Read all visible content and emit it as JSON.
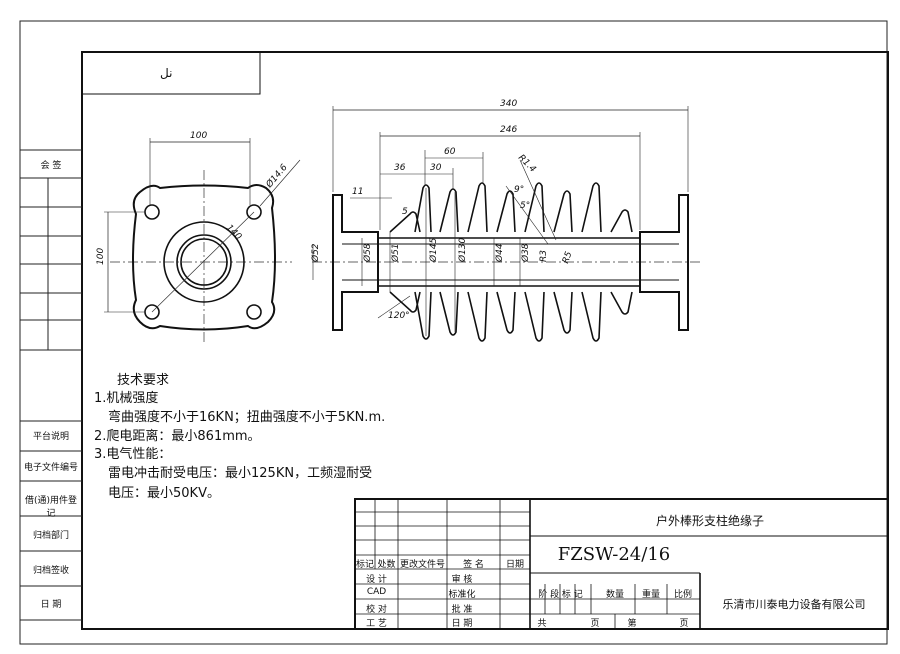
{
  "drawing": {
    "corner_mark": "نل",
    "side_labels": [
      "会 签",
      "平台说明",
      "电子文件编号",
      "借(通)用件登记",
      "归档部门",
      "归档签收",
      "日 期"
    ],
    "front_view_dims": {
      "width": "100",
      "height": "100",
      "hole": "Ø14.6",
      "pcd": "140"
    },
    "side_view_dims": {
      "overall": "340",
      "inner": "246",
      "d60": "60",
      "d36": "36",
      "d30": "30",
      "d11": "11",
      "d5": "5",
      "r14": "R1.4",
      "a9": "9°",
      "a5": "5°",
      "a120": "120°",
      "dia52": "Ø52",
      "dia58": "Ø58",
      "dia51": "Ø51",
      "dia145": "Ø145",
      "dia130": "Ø130",
      "dia44": "Ø44",
      "dia38": "Ø38",
      "r3": "R3",
      "r5": "R5"
    }
  },
  "tech_requirements": {
    "title": "技术要求",
    "lines": [
      "1.机械强度",
      "弯曲强度不小于16KN；扭曲强度不小于5KN.m.",
      "2.爬电距离：最小861mm。",
      "3.电气性能：",
      "雷电冲击耐受电压：最小125KN，工频湿耐受",
      "电压：最小50KV。"
    ]
  },
  "title_block": {
    "product_name": "户外棒形支柱绝缘子",
    "model": "FZSW-24/16",
    "company": "乐清市川泰电力设备有限公司",
    "rev_headers": [
      "标记",
      "处数",
      "更改文件号",
      "签 名",
      "日期"
    ],
    "roles_left": [
      "设 计",
      "CAD",
      "校 对",
      "工 艺"
    ],
    "roles_right": [
      "审 核",
      "标准化",
      "批 准",
      "日 期"
    ],
    "stage_label": "阶 段 标 记",
    "qty_label": "数量",
    "weight_label": "重量",
    "scale_label": "比例",
    "sheet_total": "共",
    "sheet_unit1": "页",
    "sheet_num": "第",
    "sheet_unit2": "页"
  }
}
